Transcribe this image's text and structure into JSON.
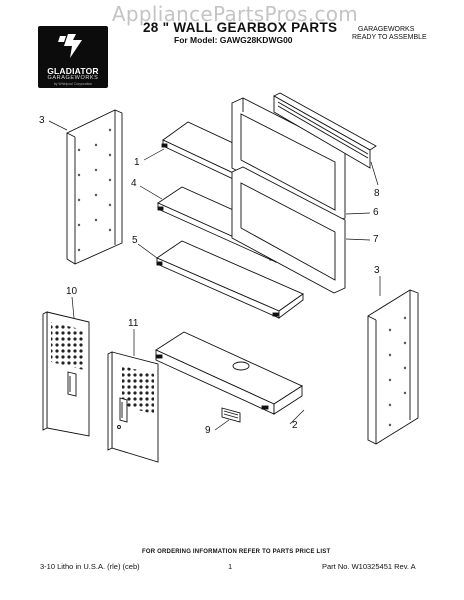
{
  "watermark": "AppliancePartsPros.com",
  "logo": {
    "name": "GLADIATOR",
    "sub": "GARAGEWORKS",
    "tiny": "by Whirlpool Corporation"
  },
  "header": {
    "title": "28 \" WALL GEARBOX PARTS",
    "model_line": "For Model: GAWG28KDWG00",
    "brand_line1": "GARAGEWORKS",
    "brand_line2": "READY TO ASSEMBLE"
  },
  "callouts": {
    "c1": "1",
    "c2": "2",
    "c3a": "3",
    "c3b": "3",
    "c4": "4",
    "c5": "5",
    "c6": "6",
    "c7": "7",
    "c8": "8",
    "c9": "9",
    "c10": "10",
    "c11": "11"
  },
  "footer": {
    "ordering": "FOR ORDERING INFORMATION REFER TO PARTS PRICE LIST",
    "left": "3-10 Litho in U.S.A. (rle) (ceb)",
    "page": "1",
    "right": "Part No. W10325451 Rev. A"
  }
}
